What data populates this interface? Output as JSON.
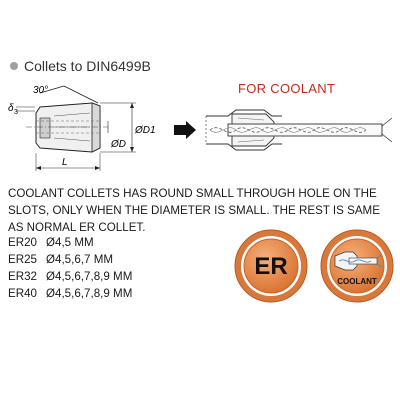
{
  "heading": {
    "text": "Collets to DIN6499B",
    "bullet_color": "#a0a0a0"
  },
  "drawing": {
    "angle_label": "30°",
    "delta_label": "δ",
    "delta_sub": "3",
    "d_label": "ØD",
    "d1_label": "ØD1",
    "l_label": "L"
  },
  "coolant": {
    "title": "FOR COOLANT",
    "color": "#c8281e"
  },
  "description": "COOLANT COLLETS HAS ROUND SMALL THROUGH HOLE ON THE SLOTS, ONLY WHEN THE DIAMETER IS SMALL. THE REST IS SAME AS NORMAL ER COLLET.",
  "sizes": [
    {
      "code": "ER20",
      "values": "Ø4,5 MM"
    },
    {
      "code": "ER25",
      "values": "Ø4,5,6,7 MM"
    },
    {
      "code": "ER32",
      "values": "Ø4,5,6,7,8,9 MM"
    },
    {
      "code": "ER40",
      "values": "Ø4,5,6,7,8,9 MM"
    }
  ],
  "badges": {
    "er_label": "ER",
    "coolant_label": "COOLANT",
    "ring_color": "#d8783a",
    "inner_color": "#e89058"
  }
}
